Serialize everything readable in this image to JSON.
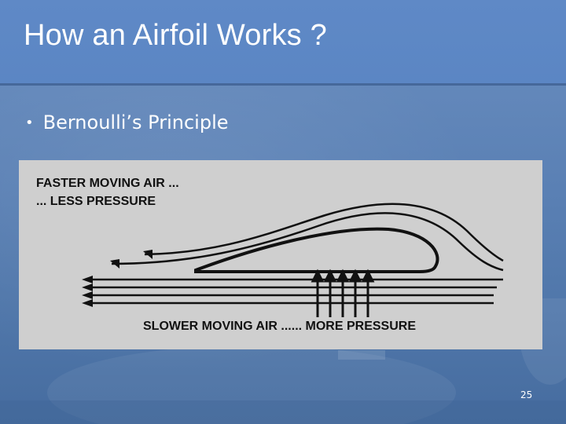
{
  "slide": {
    "title": "How an Airfoil Works ?",
    "bullet": "Bernoulli’s Principle",
    "page_number": "25"
  },
  "figure": {
    "label_top_1": "FASTER MOVING AIR ...",
    "label_top_2": "... LESS PRESSURE",
    "label_bottom": "SLOWER MOVING AIR ...... MORE PRESSURE"
  },
  "colors": {
    "header": "#5b86c4",
    "background": "#5a80b4",
    "figure_bg": "#cfcfcf",
    "ink": "#111111"
  }
}
